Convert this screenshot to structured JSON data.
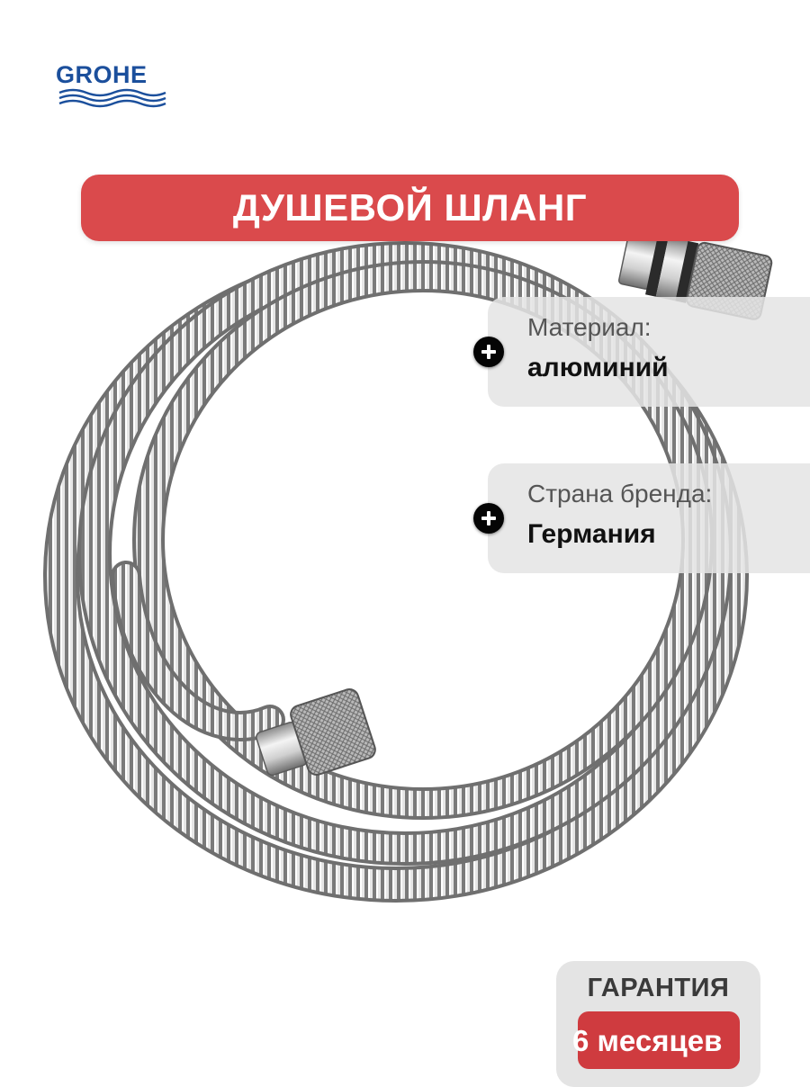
{
  "brand": {
    "logo_text": "GROHE",
    "logo_color": "#1b4f9c"
  },
  "title": "ДУШЕВОЙ ШЛАНГ",
  "features": [
    {
      "label": "Материал:",
      "value": "алюминий",
      "icon": "plus-icon"
    },
    {
      "label": "Страна бренда:",
      "value": "Германия",
      "icon": "plus-icon"
    }
  ],
  "warranty": {
    "label": "ГАРАНТИЯ",
    "value": "6 месяцев"
  },
  "colors": {
    "accent_red": "#da4a4c",
    "panel_gray": "#e4e4e4",
    "chrome": "#c8c8c8"
  }
}
